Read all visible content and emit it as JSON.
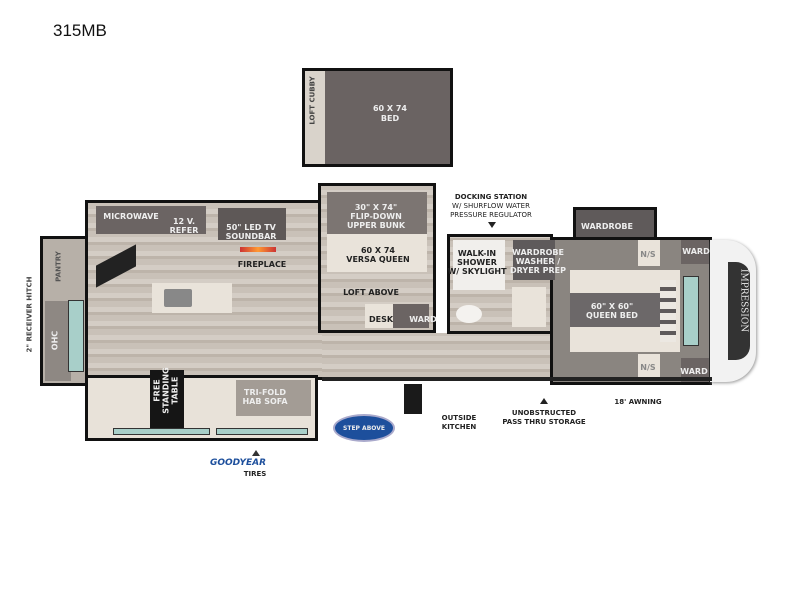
{
  "title": "315MB",
  "loft": {
    "side_label": "LOFT CUBBY",
    "bed_line1": "60 X 74",
    "bed_line2": "BED"
  },
  "front": {
    "hitch": "2\" RECEIVER HITCH",
    "pantry": "PANTRY",
    "ohc": "OHC"
  },
  "kitchen": {
    "microwave": "MICROWAVE",
    "refer_line1": "12 V.",
    "refer_line2": "REFER",
    "tv_line1": "50\" LED TV",
    "tv_line2": "SOUNDBAR",
    "fireplace": "FIREPLACE"
  },
  "living": {
    "table_line1": "FREE",
    "table_line2": "STANDING",
    "table_line3": "TABLE",
    "sofa_line1": "TRI-FOLD",
    "sofa_line2": "HAB SOFA",
    "tires_brand": "GOODYEAR",
    "tires": "TIRES"
  },
  "bunk": {
    "bunk_line1": "30\" X 74\"",
    "bunk_line2": "FLIP-DOWN",
    "bunk_line3": "UPPER BUNK",
    "queen_line1": "60 X 74",
    "queen_line2": "VERSA QUEEN",
    "loft_above": "LOFT ABOVE",
    "desk": "DESK",
    "ward": "WARD"
  },
  "bath": {
    "docking_line1": "DOCKING STATION",
    "docking_line2": "W/ SHURFLOW WATER",
    "docking_line3": "PRESSURE REGULATOR",
    "shower_line1": "WALK-IN",
    "shower_line2": "SHOWER",
    "shower_line3": "W/ SKYLIGHT"
  },
  "bedroom": {
    "wardrobe_slide": "WARDROBE",
    "wardrobe_line1": "WARDROBE",
    "wardrobe_line2": "WASHER /",
    "wardrobe_line3": "DRYER PREP",
    "ns_top": "N/S",
    "ward_top": "WARD",
    "bed_line1": "60\" X 60\"",
    "bed_line2": "QUEEN BED",
    "ns_bottom": "N/S",
    "ward_bottom": "WARD",
    "brand": "IMPRESSION"
  },
  "exterior": {
    "awning": "18' AWNING",
    "storage_line1": "UNOBSTRUCTED",
    "storage_line2": "PASS THRU STORAGE",
    "kitchen_line1": "OUTSIDE",
    "kitchen_line2": "KITCHEN",
    "step_logo": "STEP ABOVE"
  },
  "colors": {
    "wall": "#111111",
    "floor": "#c9c1b8",
    "counter": "#6b6463",
    "glass": "#a8cfc9",
    "logo_blue": "#1d4f9c"
  }
}
